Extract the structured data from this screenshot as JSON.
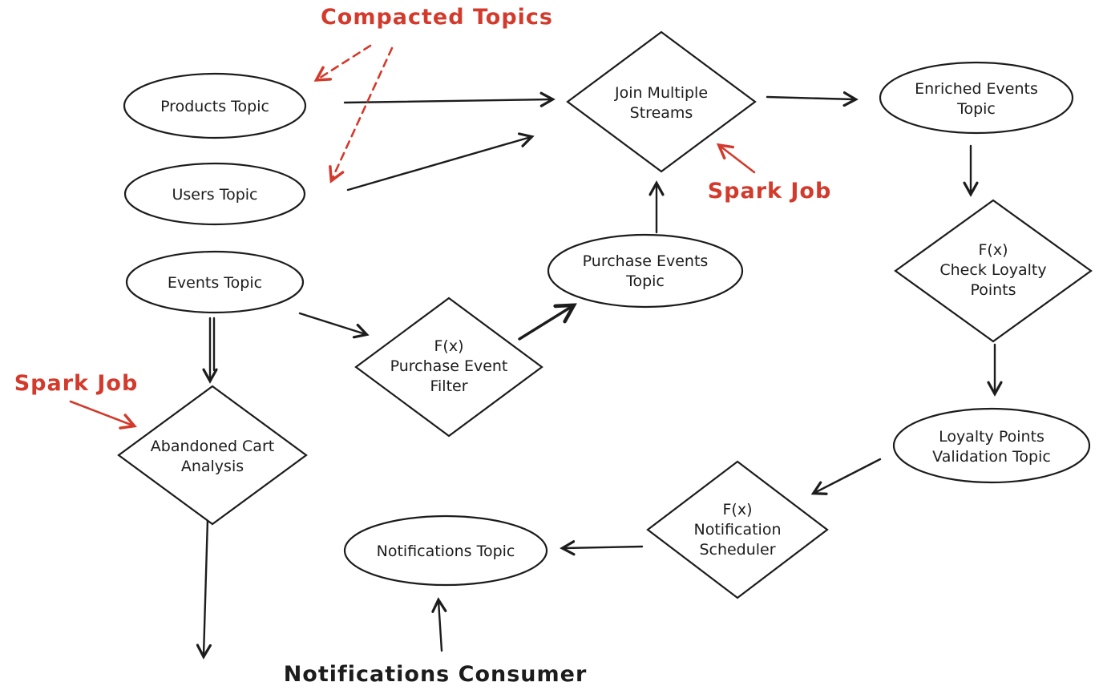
{
  "colors": {
    "ink": "#1c1c1c",
    "annotation_red": "#d33a2c",
    "background": "#ffffff"
  },
  "nodes": {
    "products_topic": {
      "lines": [
        "Products Topic"
      ]
    },
    "users_topic": {
      "lines": [
        "Users Topic"
      ]
    },
    "events_topic": {
      "lines": [
        "Events Topic"
      ]
    },
    "join_multiple_streams": {
      "lines": [
        "Join Multiple",
        "Streams"
      ]
    },
    "enriched_events_topic": {
      "lines": [
        "Enriched Events",
        "Topic"
      ]
    },
    "purchase_events_topic": {
      "lines": [
        "Purchase Events",
        "Topic"
      ]
    },
    "purchase_event_filter": {
      "lines": [
        "F(x)",
        "Purchase Event",
        "Filter"
      ]
    },
    "check_loyalty_points": {
      "lines": [
        "F(x)",
        "Check Loyalty",
        "Points"
      ]
    },
    "loyalty_points_validation_topic": {
      "lines": [
        "Loyalty Points",
        "Validation Topic"
      ]
    },
    "abandoned_cart_analysis": {
      "lines": [
        "Abandoned Cart",
        "Analysis"
      ]
    },
    "notification_scheduler": {
      "lines": [
        "F(x)",
        "Notification",
        "Scheduler"
      ]
    },
    "notifications_topic": {
      "lines": [
        "Notifications Topic"
      ]
    }
  },
  "annotations": {
    "compacted_topics": "Compacted Topics",
    "spark_job_join": "Spark Job",
    "spark_job_cart": "Spark Job",
    "notifications_consumer": "Notifications Consumer"
  }
}
